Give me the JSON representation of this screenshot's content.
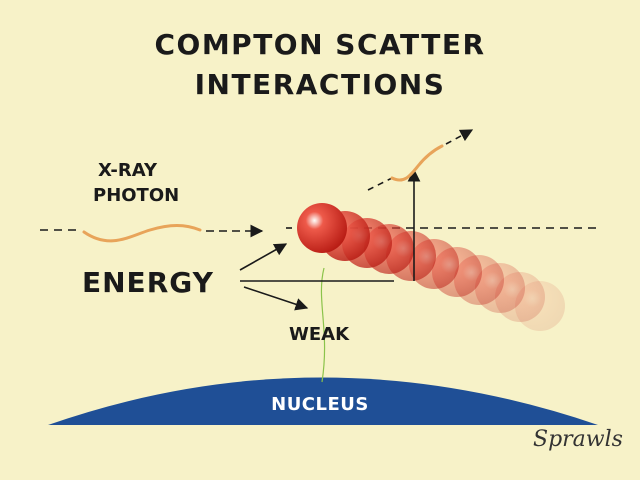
{
  "title": {
    "line1": "COMPTON SCATTER",
    "line2": "INTERACTIONS"
  },
  "labels": {
    "xray_line1": "X-RAY",
    "xray_line2": "PHOTON",
    "energy": "ENERGY",
    "weak": "WEAK",
    "nucleus": "NUCLEUS"
  },
  "signature": "Sprawls",
  "colors": {
    "background": "#f7f2c8",
    "photon_wave": "#e8a45a",
    "nucleus": "#1f4f96",
    "electron": "#d8322b",
    "weak_field": "#8bc34a",
    "text": "#1a1a1a"
  }
}
